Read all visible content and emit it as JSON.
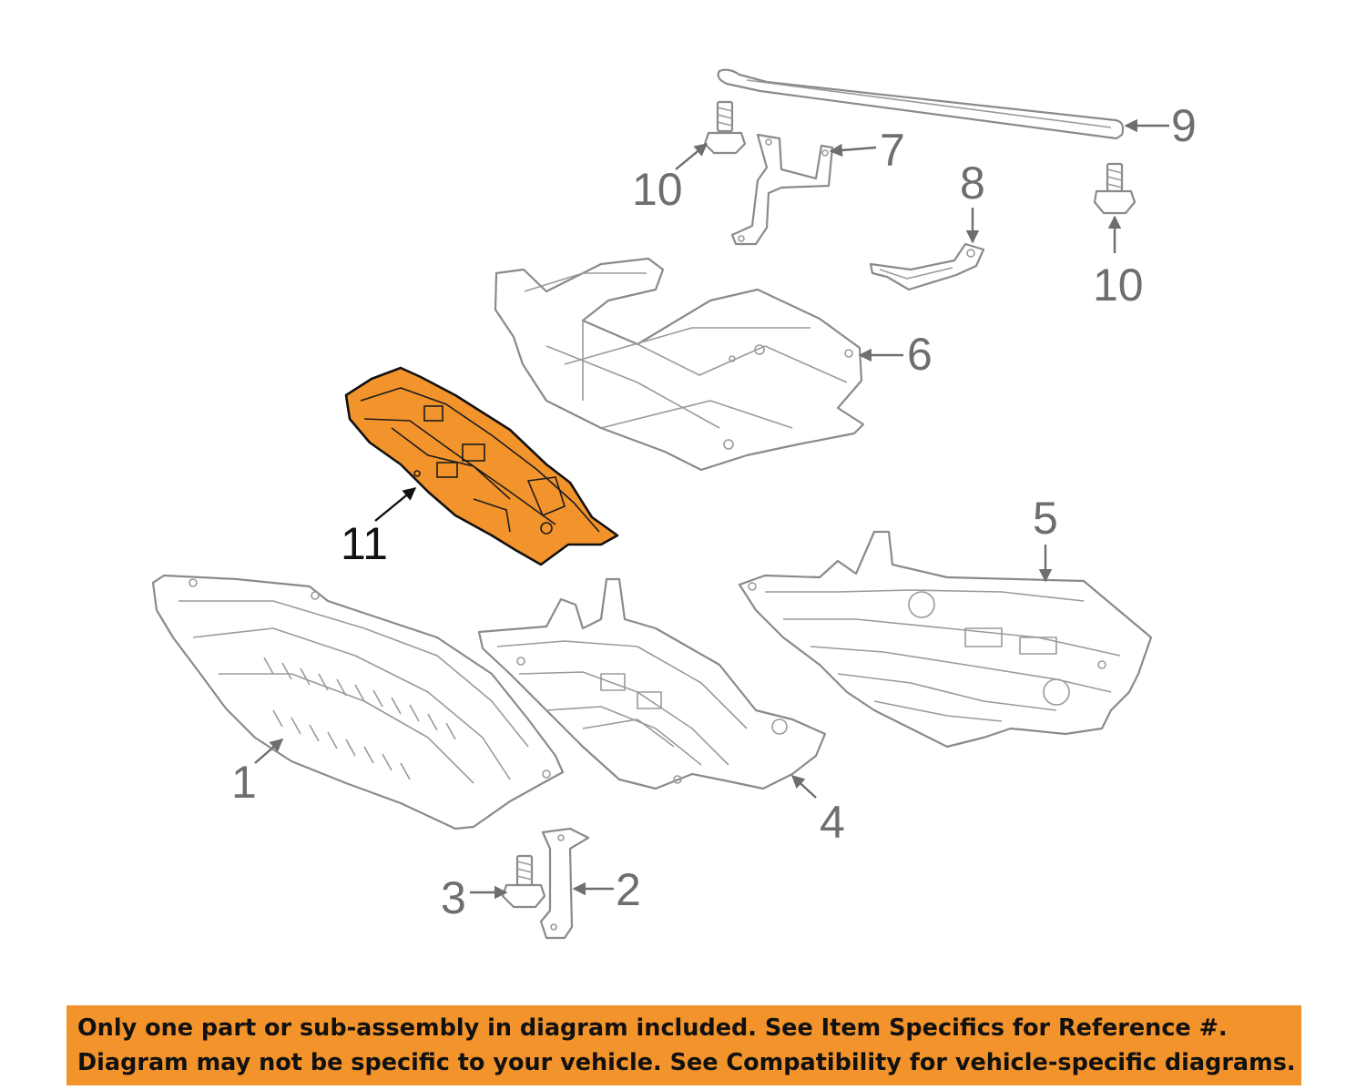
{
  "diagram": {
    "highlight_color": "#f3932b",
    "callouts": {
      "c1": "1",
      "c2": "2",
      "c3": "3",
      "c4": "4",
      "c5": "5",
      "c6": "6",
      "c7": "7",
      "c8": "8",
      "c9": "9",
      "c10a": "10",
      "c10b": "10",
      "c11": "11"
    }
  },
  "disclaimer": {
    "line1": "Only one part or sub-assembly in diagram included. See Item Specifics for Reference #.",
    "line2": "Diagram may not be specific to your vehicle. See Compatibility for vehicle-specific diagrams."
  }
}
